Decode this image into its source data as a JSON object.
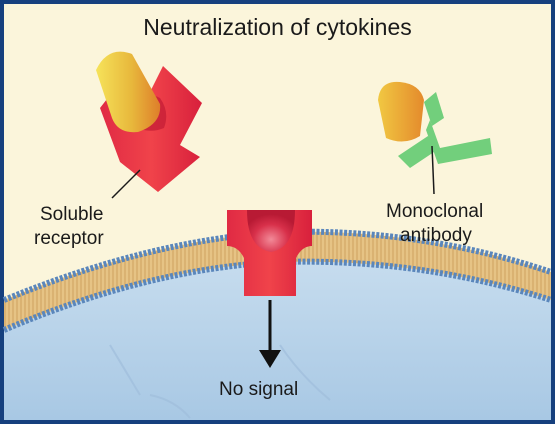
{
  "diagram": {
    "title": "Neutralization of cytokines",
    "labels": {
      "soluble_receptor_line1": "Soluble",
      "soluble_receptor_line2": "receptor",
      "antibody_line1": "Monoclonal",
      "antibody_line2": "antibody",
      "no_signal": "No signal"
    },
    "colors": {
      "background": "#fbf5db",
      "border": "#16407e",
      "cytoplasm": "#bcd6ea",
      "membrane_tails": "#e3bf80",
      "membrane_heads": "#5a86bb",
      "receptor": "#e8323e",
      "receptor_pocket": "#c41d36",
      "cytokine_tip": "#f2d34c",
      "cytokine_base": "#e58a2c",
      "antibody": "#72cf7c"
    },
    "icons": {
      "soluble_receptor": "receptor-cytokine-complex-icon",
      "antibody": "antibody-cytokine-complex-icon",
      "membrane_receptor": "empty-membrane-receptor-icon",
      "signal": "down-arrow-icon"
    }
  }
}
